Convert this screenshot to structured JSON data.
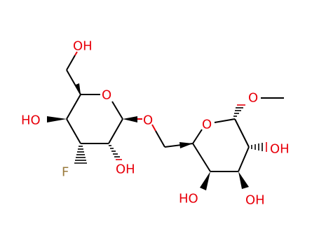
{
  "molecule": {
    "labels": {
      "oh_c6": "OH",
      "ring_o_left": "O",
      "ho_c4_left": "HO",
      "fluoro": "F",
      "oh_c2_left": "OH",
      "bridge_o": "O",
      "ring_o_right": "O",
      "methoxy_o": "O",
      "oh_c2_right": "OH",
      "ho_c4_right": "HO",
      "oh_c3_right": "OH"
    },
    "colors": {
      "oxygen": "#e8000b",
      "fluorine": "#9a7a3c",
      "bond": "#000000"
    }
  }
}
